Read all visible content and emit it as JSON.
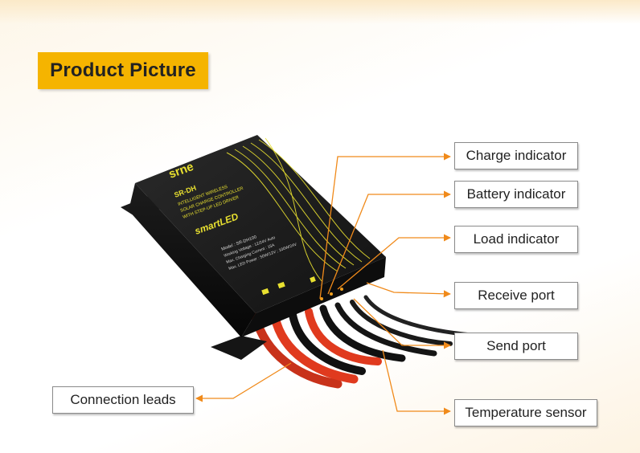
{
  "title": "Product Picture",
  "device": {
    "brand": "srne",
    "model_line": "SR-DH",
    "desc_1": "INTELLIGENT WIRELESS",
    "desc_2": "SOLAR CHARGE CONTROLLER",
    "desc_3": "WITH STEP-UP LED DRIVER",
    "logo": "smartLED",
    "spec_model": "Model : SR-DH100",
    "spec_voltage": "Working Voltage : 12/24V Auto",
    "spec_current": "Max. Charging Current : 15A",
    "spec_power": "Max. LED Power : 50W/12V ; 100W/24V"
  },
  "callouts": {
    "charge": "Charge indicator",
    "battery": "Battery indicator",
    "load": "Load indicator",
    "receive": "Receive port",
    "send": "Send port",
    "temp": "Temperature sensor",
    "leads": "Connection leads"
  },
  "colors": {
    "accent": "#f5b400",
    "callout_line": "#f08a1a",
    "device_body": "#1a1a1a",
    "print_yellow": "#e8e030",
    "lead_red": "#e03a1e"
  }
}
